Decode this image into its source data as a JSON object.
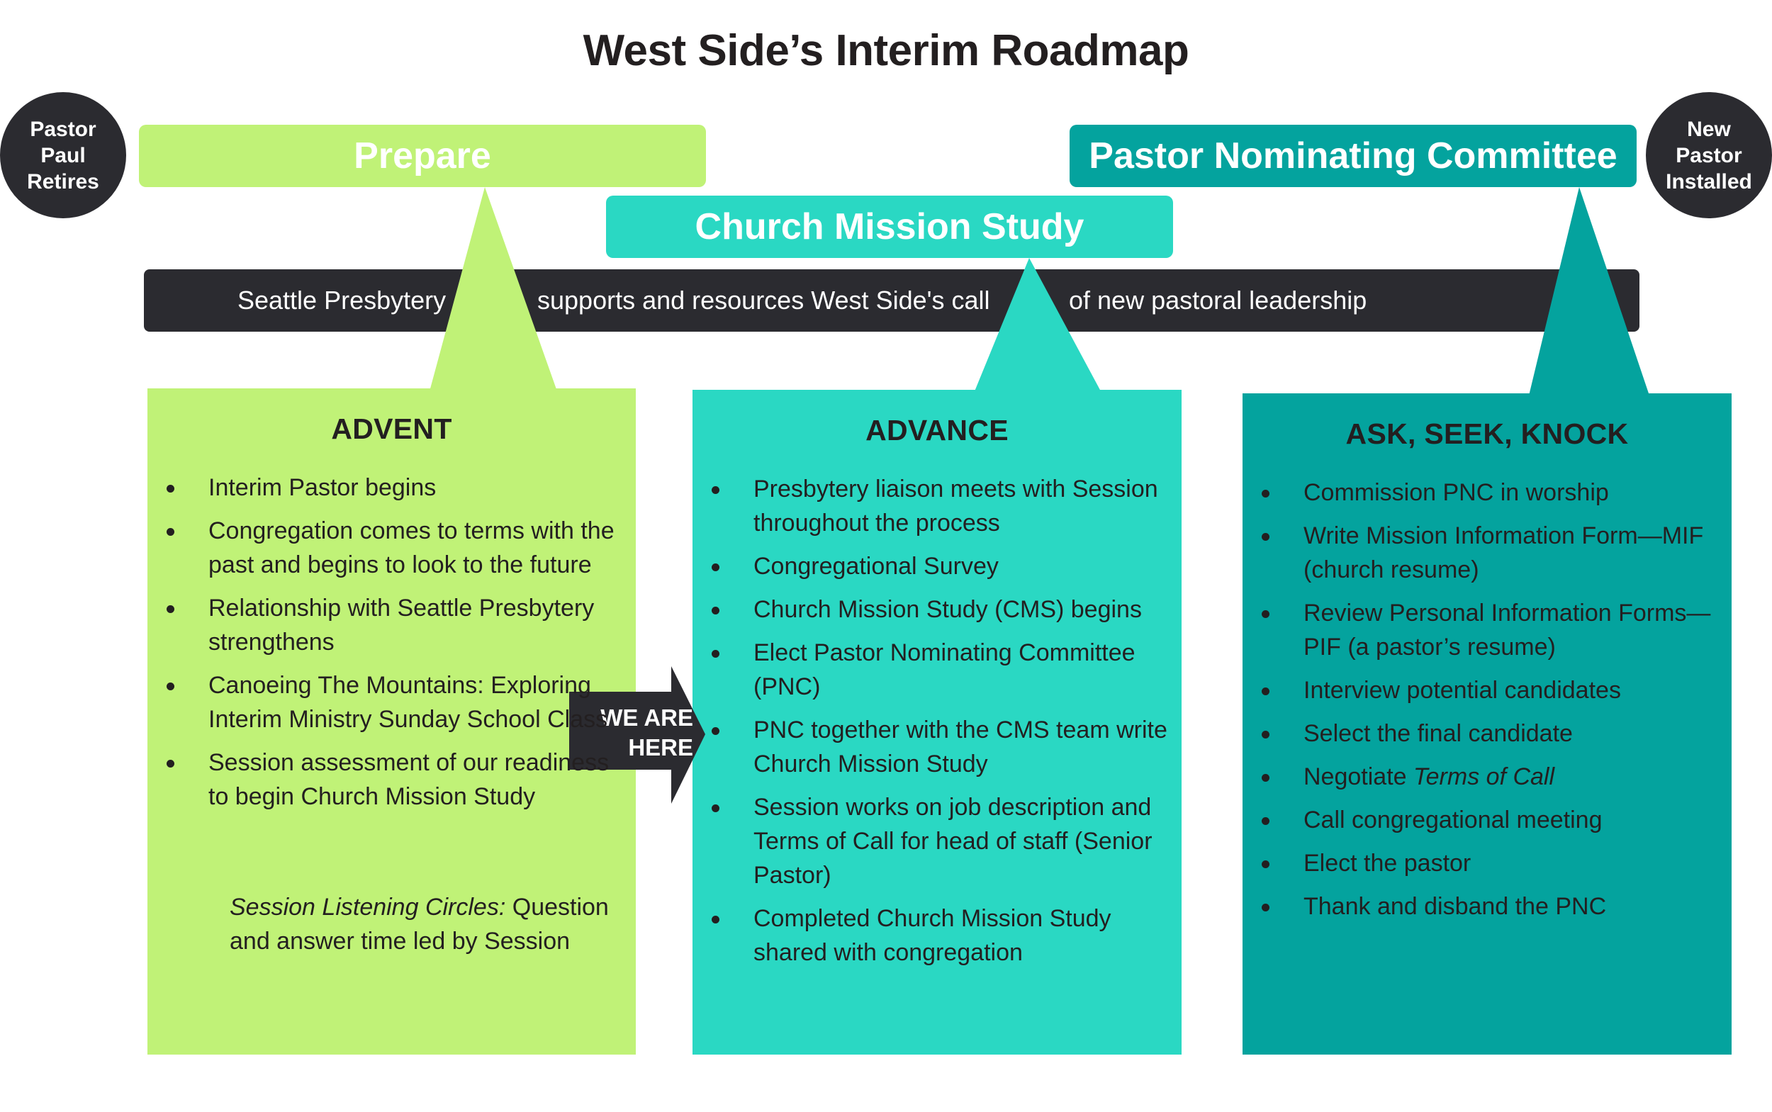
{
  "title": "West Side’s Interim Roadmap",
  "start_milestone": "Pastor\nPaul\nRetires",
  "end_milestone": "New\nPastor\nInstalled",
  "phases": {
    "prepare": "Prepare",
    "church_mission_study": "Church Mission Study",
    "pnc": "Pastor Nominating Committee"
  },
  "banner": {
    "part1": "Seattle Presbytery",
    "part2": "supports and resources  West Side's  call",
    "part3": "of  new pastoral leadership"
  },
  "we_are_here": "WE ARE\nHERE",
  "columns": [
    {
      "heading": "ADVENT",
      "items": [
        "Interim Pastor begins",
        "Congregation comes to terms with the past and begins to look to the future",
        "Relationship with Seattle Presbytery strengthens",
        "Canoeing The Mountains: Exploring Interim Ministry Sunday School Class",
        "Session assessment of our readiness to begin Church Mission Study"
      ],
      "note_italic": "Session Listening Circles:",
      "note_text": " Question and answer time led by Session"
    },
    {
      "heading": "ADVANCE",
      "items": [
        "Presbytery liaison meets with Session throughout the process",
        "Congregational Survey",
        "Church Mission Study (CMS) begins",
        "Elect Pastor Nominating Committee (PNC)",
        "PNC together with the CMS team write Church Mission Study",
        "Session works on job description and Terms of Call for head of staff (Senior Pastor)",
        "Completed Church Mission Study shared with congregation"
      ]
    },
    {
      "heading": "ASK, SEEK, KNOCK",
      "items": [
        "Commission PNC in worship",
        "Write Mission Information Form—MIF (church resume)",
        "Review Personal Information Forms—PIF (a pastor’s resume)",
        "Interview potential candidates",
        "Select the final candidate",
        "Negotiate ",
        "Call congregational meeting",
        "Elect the pastor",
        "Thank and disband the PNC"
      ],
      "negotiate_italic": "Terms of Call"
    }
  ],
  "colors": {
    "light_green": "#c0f277",
    "turquoise": "#2ad8c3",
    "teal": "#04a39e",
    "dark": "#2b2b30"
  }
}
